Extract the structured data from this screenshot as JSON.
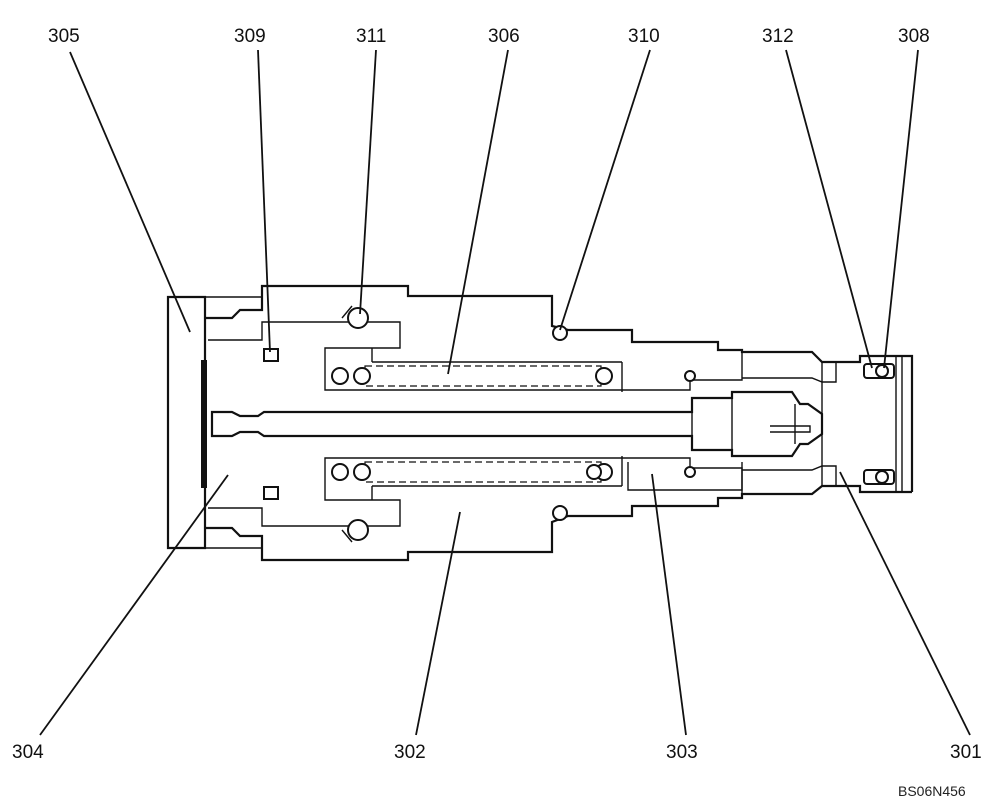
{
  "figure": {
    "code": "BS06N456",
    "callouts": {
      "c305": "305",
      "c309": "309",
      "c311": "311",
      "c306": "306",
      "c310": "310",
      "c312": "312",
      "c308": "308",
      "c304": "304",
      "c302": "302",
      "c303": "303",
      "c301": "301"
    }
  }
}
